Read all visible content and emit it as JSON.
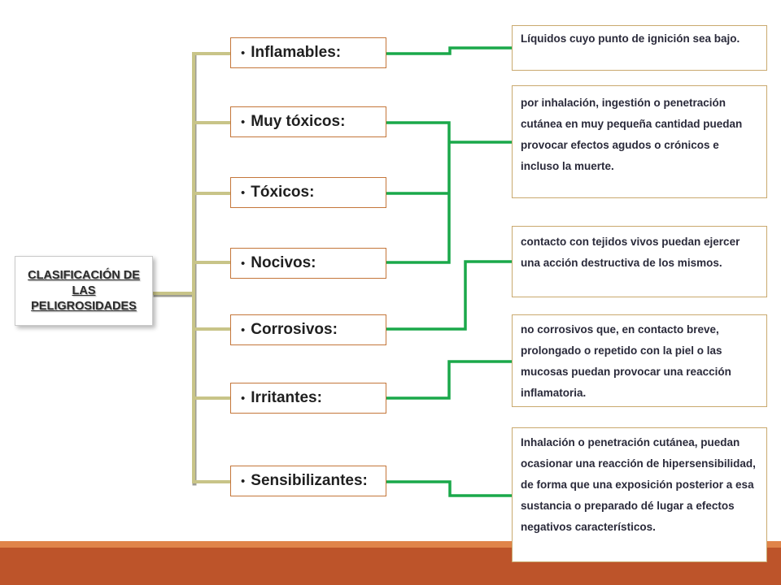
{
  "root": {
    "label": "CLASIFICACIÓN DE LAS PELIGROSIDADES"
  },
  "bullet": "•",
  "categories": [
    {
      "label": "Inflamables:"
    },
    {
      "label": "Muy tóxicos:"
    },
    {
      "label": "Tóxicos:"
    },
    {
      "label": "Nocivos:"
    },
    {
      "label": "Corrosivos:"
    },
    {
      "label": "Irritantes:"
    },
    {
      "label": "Sensibilizantes:"
    }
  ],
  "descriptions": [
    {
      "text": "Líquidos cuyo punto de ignición sea bajo."
    },
    {
      "text": "por inhalación, ingestión o penetración cutánea en muy pequeña cantidad puedan provocar efectos agudos o crónicos e incluso la muerte."
    },
    {
      "text": "contacto con tejidos vivos puedan ejercer una acción destructiva de los mismos."
    },
    {
      "text": "no corrosivos que, en contacto breve, prolongado o repetido con la piel o las mucosas puedan provocar una reacción inflamatoria."
    },
    {
      "text": "Inhalación o penetración cutánea, puedan ocasionar una reacción de hipersensibilidad, de forma que una exposición posterior a esa sustancia o preparado dé lugar a efectos negativos característicos."
    }
  ],
  "colors": {
    "tree_connector": "#c8c488",
    "link_connector": "#1aa84a",
    "footer": "#bd542a",
    "category_border": "#c4763a"
  }
}
